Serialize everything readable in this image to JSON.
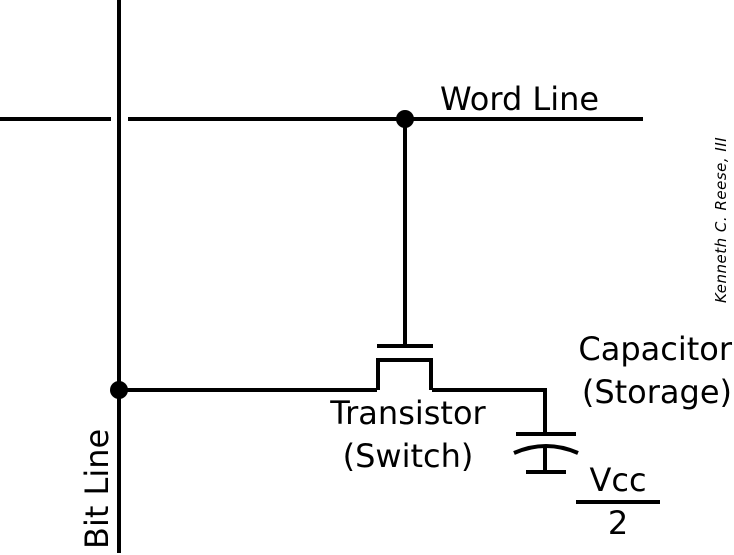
{
  "diagram": {
    "colors": {
      "stroke": "#000000",
      "background": "#ffffff"
    },
    "labels": {
      "word_line": "Word Line",
      "bit_line": "Bit Line",
      "transistor": {
        "line1": "Transistor",
        "line2": "(Switch)"
      },
      "capacitor": {
        "line1": "Capacitor",
        "line2": "(Storage)"
      },
      "supply_fraction": {
        "numerator": "Vcc",
        "denominator": "2"
      },
      "credit": "Kenneth C. Reese, III"
    }
  }
}
